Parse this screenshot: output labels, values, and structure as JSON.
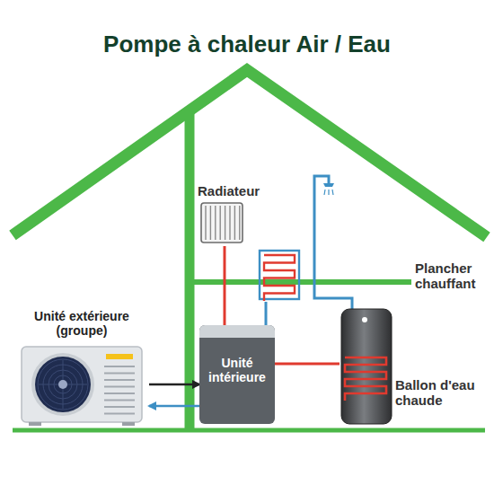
{
  "diagram": {
    "title": "Pompe à chaleur Air / Eau",
    "nodes": [
      {
        "text": [
          "Radiateur"
        ]
      },
      {
        "text": [
          "Plancher chauffant"
        ]
      },
      {
        "text": [
          "Unité extérieure (groupe)"
        ]
      },
      {
        "text": [
          "Unité intérieure"
        ]
      },
      {
        "text": [
          "Ballon d'eau chaude"
        ]
      }
    ],
    "edges": [
      {
        "from": 2,
        "to": 3,
        "arrow": "to"
      },
      {
        "from": 3,
        "to": 2,
        "arrow": "to"
      },
      {
        "from": 3,
        "to": 0,
        "arrow": "none"
      },
      {
        "from": 3,
        "to": 1,
        "arrow": "none"
      },
      {
        "from": 3,
        "to": 4,
        "arrow": "none"
      }
    ]
  }
}
